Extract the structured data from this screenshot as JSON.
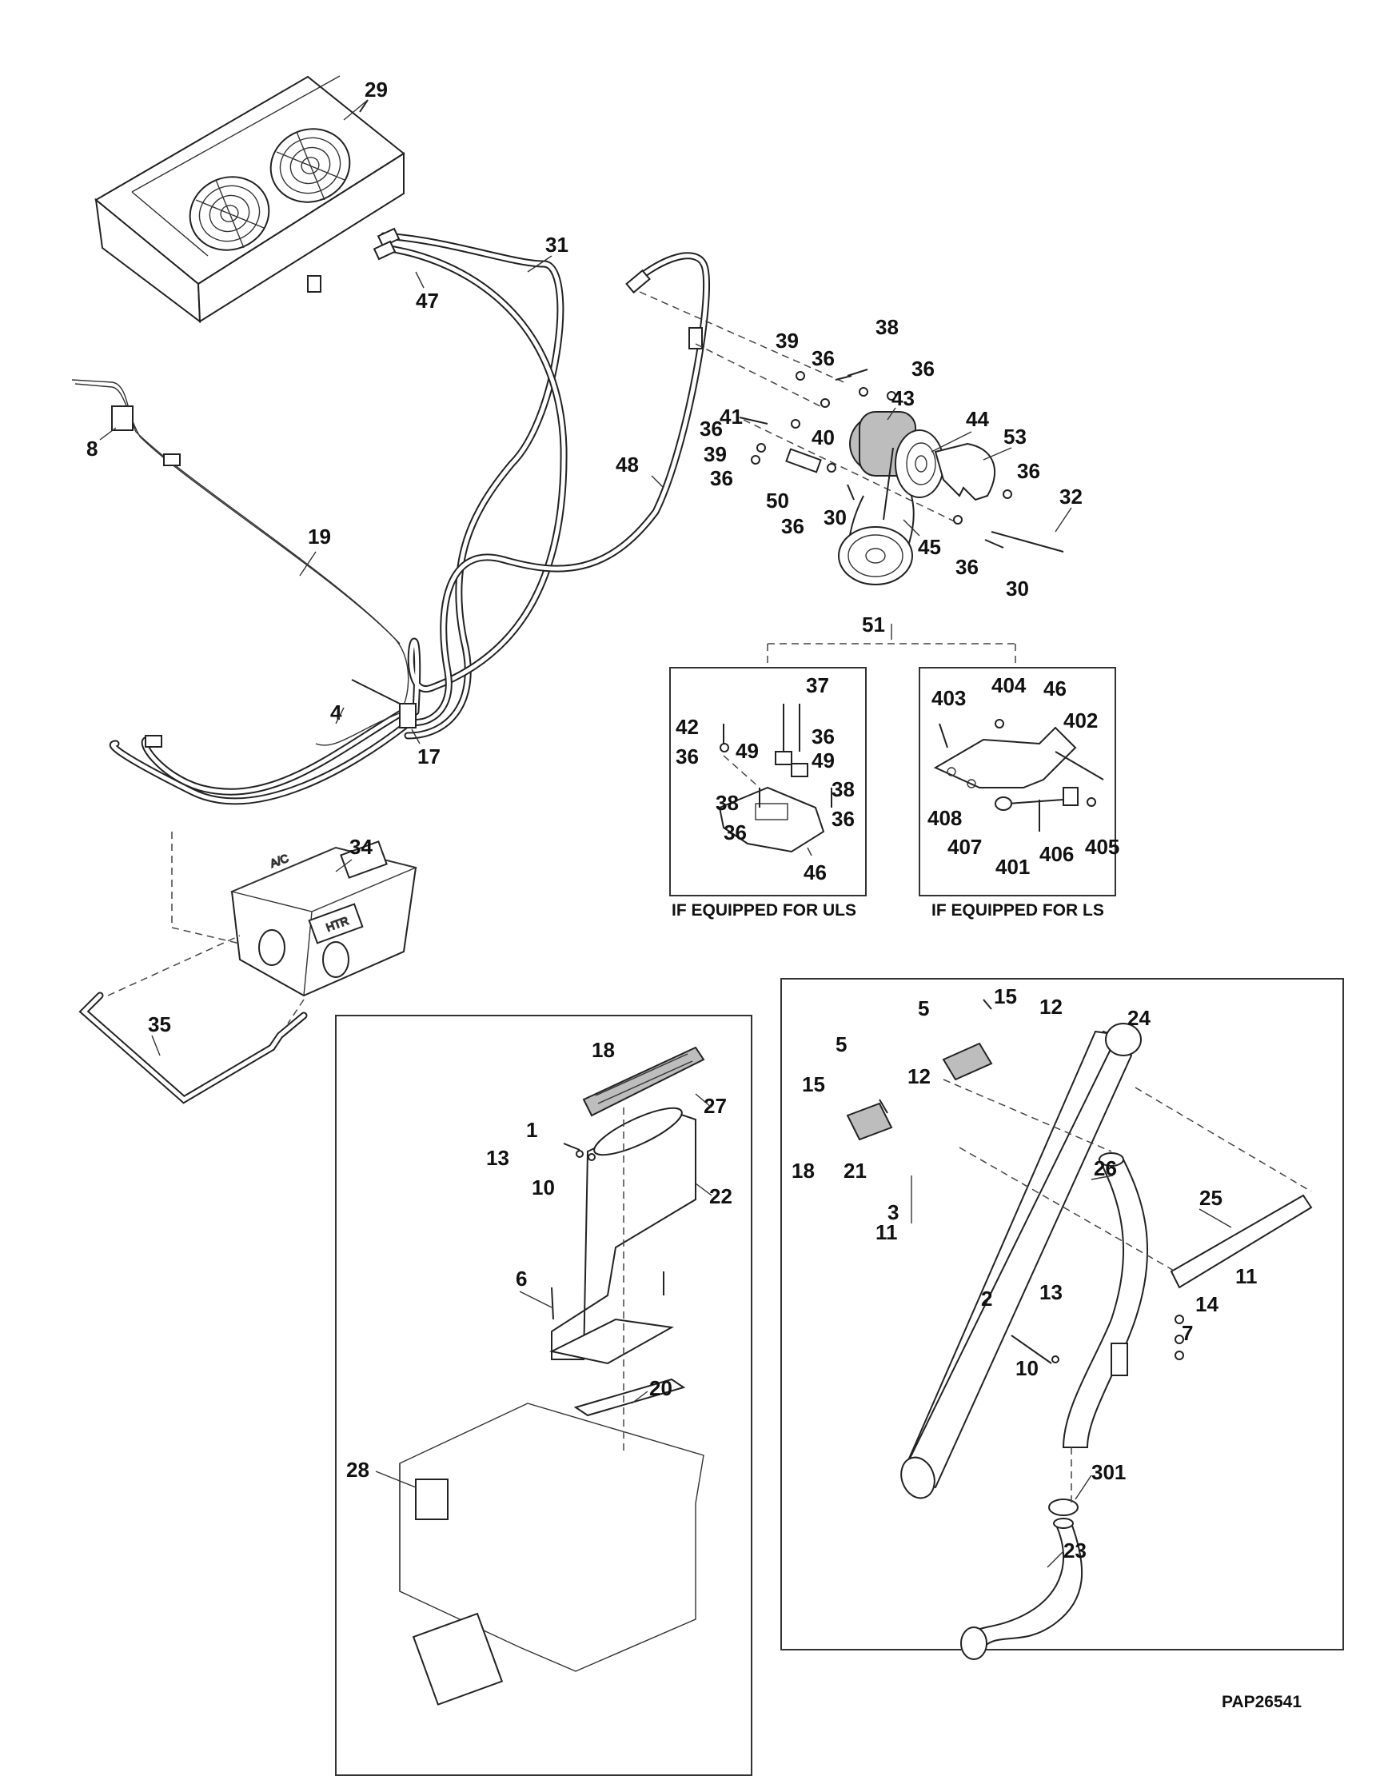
{
  "callouts": {
    "c29": "29",
    "c31": "31",
    "c47": "47",
    "c8": "8",
    "c19": "19",
    "c48": "48",
    "c39a": "39",
    "c38a": "38",
    "c36a": "36",
    "c36b": "36",
    "c41": "41",
    "c43": "43",
    "c36c": "36",
    "c40": "40",
    "c44": "44",
    "c53": "53",
    "c39b": "39",
    "c36d": "36",
    "c36e": "36",
    "c32": "32",
    "c50": "50",
    "c30a": "30",
    "c36f": "36",
    "c45": "45",
    "c36g": "36",
    "c30b": "30",
    "c51": "51",
    "c4": "4",
    "c17": "17",
    "c34": "34",
    "c35": "35",
    "u37": "37",
    "u42": "42",
    "u36a": "36",
    "u36b": "36",
    "u49a": "49",
    "u49b": "49",
    "u38a": "38",
    "u38b": "38",
    "u36c": "36",
    "u36d": "36",
    "u46": "46",
    "l403": "403",
    "l404": "404",
    "l46": "46",
    "l402": "402",
    "l408": "408",
    "l407": "407",
    "l401": "401",
    "l406": "406",
    "l405": "405",
    "b18a": "18",
    "b27": "27",
    "b1": "1",
    "b13": "13",
    "b10": "10",
    "b22": "22",
    "b6": "6",
    "b20": "20",
    "b28": "28",
    "r5a": "5",
    "r15a": "15",
    "r12a": "12",
    "r24": "24",
    "r5b": "5",
    "r15b": "15",
    "r12b": "12",
    "r18": "18",
    "r21": "21",
    "r3": "3",
    "r11a": "11",
    "r26": "26",
    "r25": "25",
    "r11b": "11",
    "r14": "14",
    "r7": "7",
    "r2": "2",
    "r13": "13",
    "r10": "10",
    "r301": "301",
    "r23": "23"
  },
  "captions": {
    "uls": "IF EQUIPPED FOR ULS",
    "ls": "IF EQUIPPED FOR LS"
  },
  "drawing_number": "PAP26541",
  "panel_labels": {
    "ac": "A/C",
    "htr": "HTR"
  }
}
